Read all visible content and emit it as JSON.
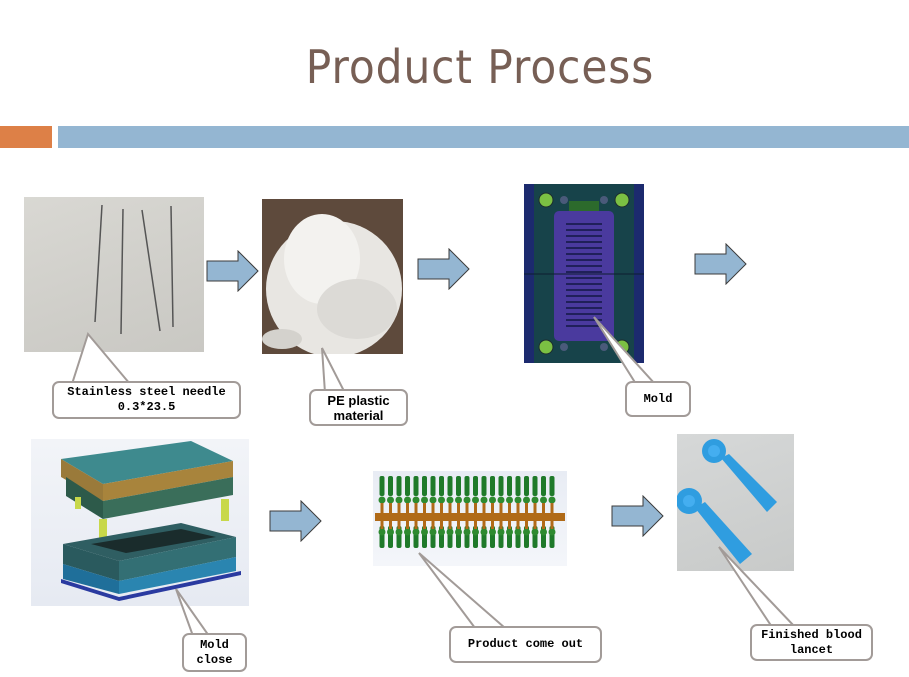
{
  "slide": {
    "title": "Product Process",
    "accent_colors": {
      "title": "#775f55",
      "orange_bar": "#dd8047",
      "blue_bar": "#94b6d2",
      "arrow_fill": "#94b6d2"
    }
  },
  "steps": [
    {
      "id": "needle",
      "image": "stainless-steel-needles-photo",
      "callout": [
        "Stainless steel needle",
        "0.3*23.5"
      ]
    },
    {
      "id": "pe-material",
      "image": "pe-plastic-pellets-photo",
      "callout": [
        "PE plastic",
        "material"
      ]
    },
    {
      "id": "mold",
      "image": "mold-top-view-render",
      "callout": [
        "Mold"
      ]
    },
    {
      "id": "mold-close",
      "image": "mold-close-3d-render",
      "callout": [
        "Mold",
        "close"
      ]
    },
    {
      "id": "product-out",
      "image": "molded-product-strip-render",
      "callout": [
        "Product come out"
      ]
    },
    {
      "id": "finished",
      "image": "finished-blood-lancet-photo",
      "callout": [
        "Finished blood",
        "lancet"
      ]
    }
  ],
  "arrows": [
    "arrow-right",
    "arrow-right",
    "arrow-right",
    "arrow-right",
    "arrow-right"
  ]
}
